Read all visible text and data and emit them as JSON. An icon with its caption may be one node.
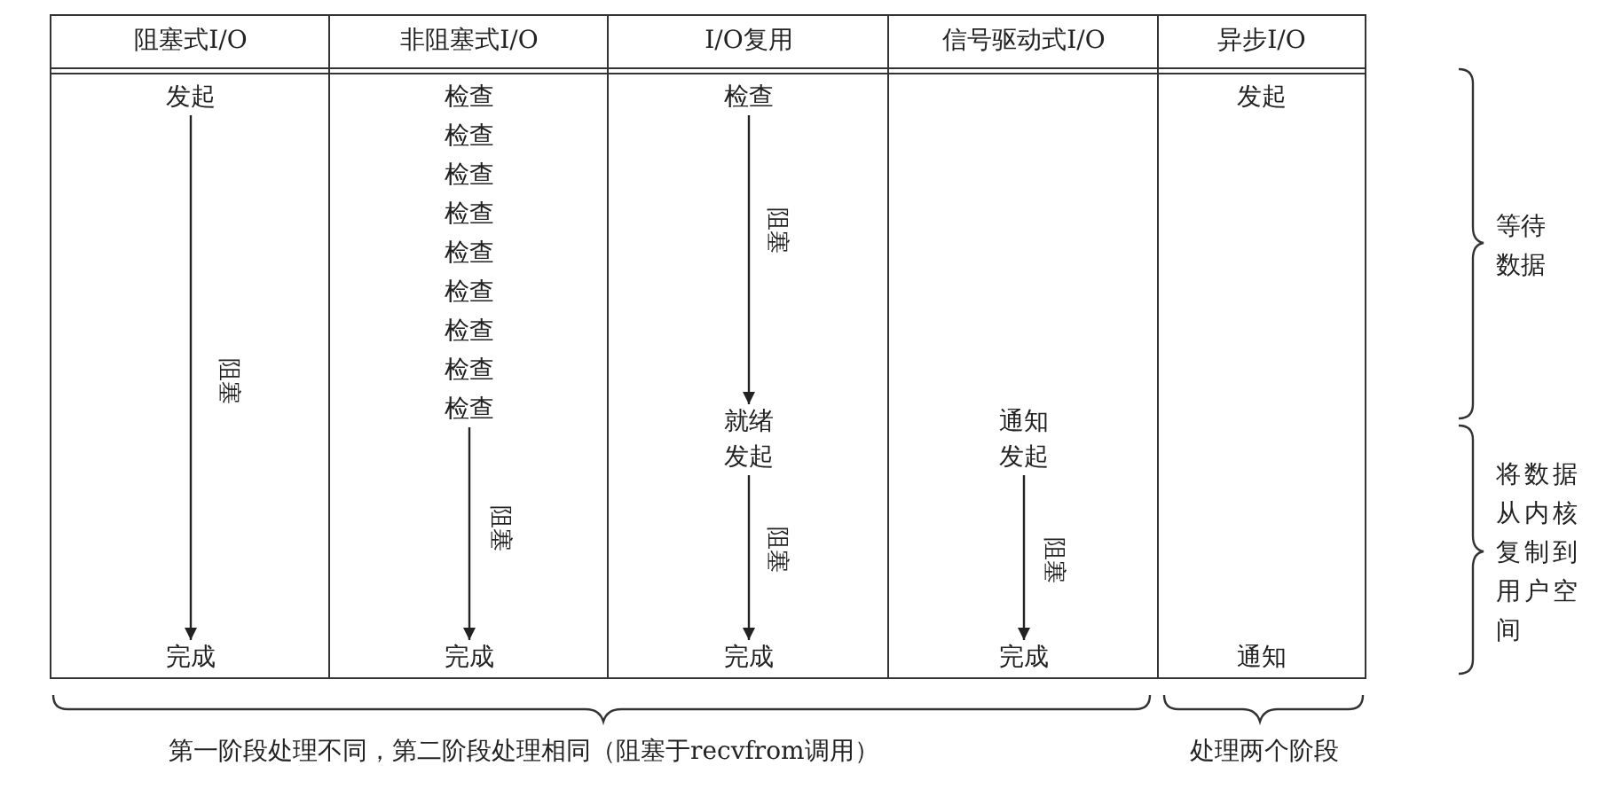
{
  "diagram": {
    "nodes": [
      {
        "text": [
          "阻塞式I/O"
        ]
      },
      {
        "text": [
          "发起"
        ],
        "in": 0
      },
      {
        "text": [
          "完成"
        ],
        "in": 0
      },
      {
        "text": [
          "非阻塞式I/O"
        ]
      },
      {
        "text": [
          "检查"
        ],
        "in": 3
      },
      {
        "text": [
          "检查"
        ],
        "in": 3
      },
      {
        "text": [
          "检查"
        ],
        "in": 3
      },
      {
        "text": [
          "检查"
        ],
        "in": 3
      },
      {
        "text": [
          "检查"
        ],
        "in": 3
      },
      {
        "text": [
          "检查"
        ],
        "in": 3
      },
      {
        "text": [
          "检查"
        ],
        "in": 3
      },
      {
        "text": [
          "检查"
        ],
        "in": 3
      },
      {
        "text": [
          "检查"
        ],
        "in": 3
      },
      {
        "text": [
          "完成"
        ],
        "in": 3
      },
      {
        "text": [
          "I/O复用"
        ]
      },
      {
        "text": [
          "检查"
        ],
        "in": 14
      },
      {
        "text": [
          "就绪"
        ],
        "in": 14
      },
      {
        "text": [
          "发起"
        ],
        "in": 14
      },
      {
        "text": [
          "完成"
        ],
        "in": 14
      },
      {
        "text": [
          "信号驱动式I/O"
        ]
      },
      {
        "text": [
          "通知"
        ],
        "in": 19
      },
      {
        "text": [
          "发起"
        ],
        "in": 19
      },
      {
        "text": [
          "完成"
        ],
        "in": 19
      },
      {
        "text": [
          "异步I/O"
        ]
      },
      {
        "text": [
          "发起"
        ],
        "in": 23
      },
      {
        "text": [
          "通知"
        ],
        "in": 23
      }
    ],
    "edges": [
      {
        "from": 1,
        "to": 2,
        "arrow": "to",
        "label": "阻塞"
      },
      {
        "from": 12,
        "to": 13,
        "arrow": "to",
        "label": "阻塞"
      },
      {
        "from": 15,
        "to": 16,
        "arrow": "to",
        "label": "阻塞"
      },
      {
        "from": 17,
        "to": 18,
        "arrow": "to",
        "label": "阻塞"
      },
      {
        "from": 21,
        "to": 22,
        "arrow": "to",
        "label": "阻塞"
      }
    ],
    "labels": [
      "等待数据",
      "将数据从内核复制到用户空间",
      "第一阶段处理不同，第二阶段处理相同（阻塞于recvfrom调用）",
      "处理两个阶段"
    ]
  }
}
